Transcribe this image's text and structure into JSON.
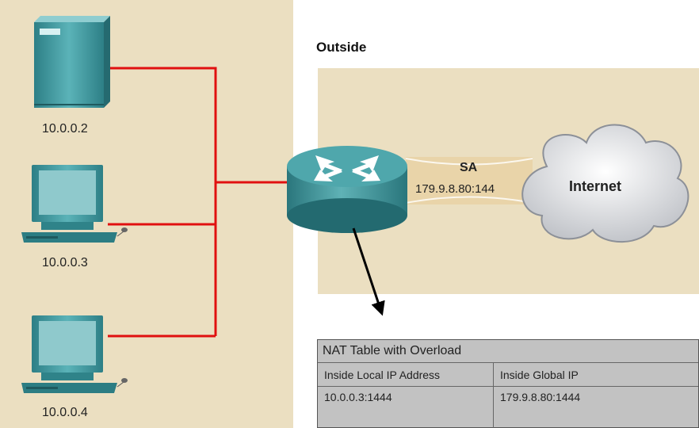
{
  "colors": {
    "background": "#ebdfc1",
    "link": "#e01010",
    "device": "#3f9aa0",
    "table_bg": "#c2c2c2"
  },
  "outside_label": "Outside",
  "hosts": [
    {
      "type": "server-icon",
      "address": "10.0.0.2"
    },
    {
      "type": "workstation-icon",
      "address": "10.0.0.3"
    },
    {
      "type": "workstation-icon",
      "address": "10.0.0.4"
    }
  ],
  "router": {
    "icon": "router-icon"
  },
  "packet": {
    "label": "SA",
    "address": "179.9.8.80:144"
  },
  "cloud": {
    "icon": "cloud-icon",
    "label": "Internet"
  },
  "nat_table": {
    "title": "NAT Table with Overload",
    "columns": [
      "Inside Local IP Address",
      "Inside Global IP"
    ],
    "rows": [
      [
        "10.0.0.3:1444",
        "179.9.8.80:1444"
      ]
    ]
  }
}
